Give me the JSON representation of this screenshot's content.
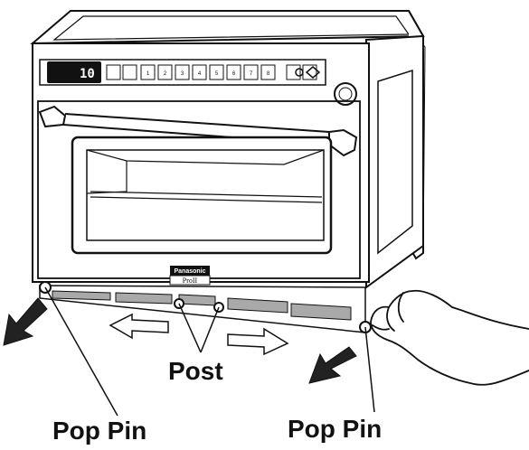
{
  "labels": {
    "post": "Post",
    "pop_pin_left": "Pop Pin",
    "pop_pin_right": "Pop Pin"
  },
  "panel": {
    "display": "10",
    "keys": [
      "1",
      "2",
      "3",
      "4",
      "5",
      "6",
      "7",
      "8"
    ]
  },
  "badge": {
    "brand": "Panasonic",
    "model": "ProII"
  },
  "colors": {
    "line": "#111111",
    "background": "#ffffff",
    "gray_strip": "#a9a9a9",
    "arrow_fill": "#222222"
  }
}
